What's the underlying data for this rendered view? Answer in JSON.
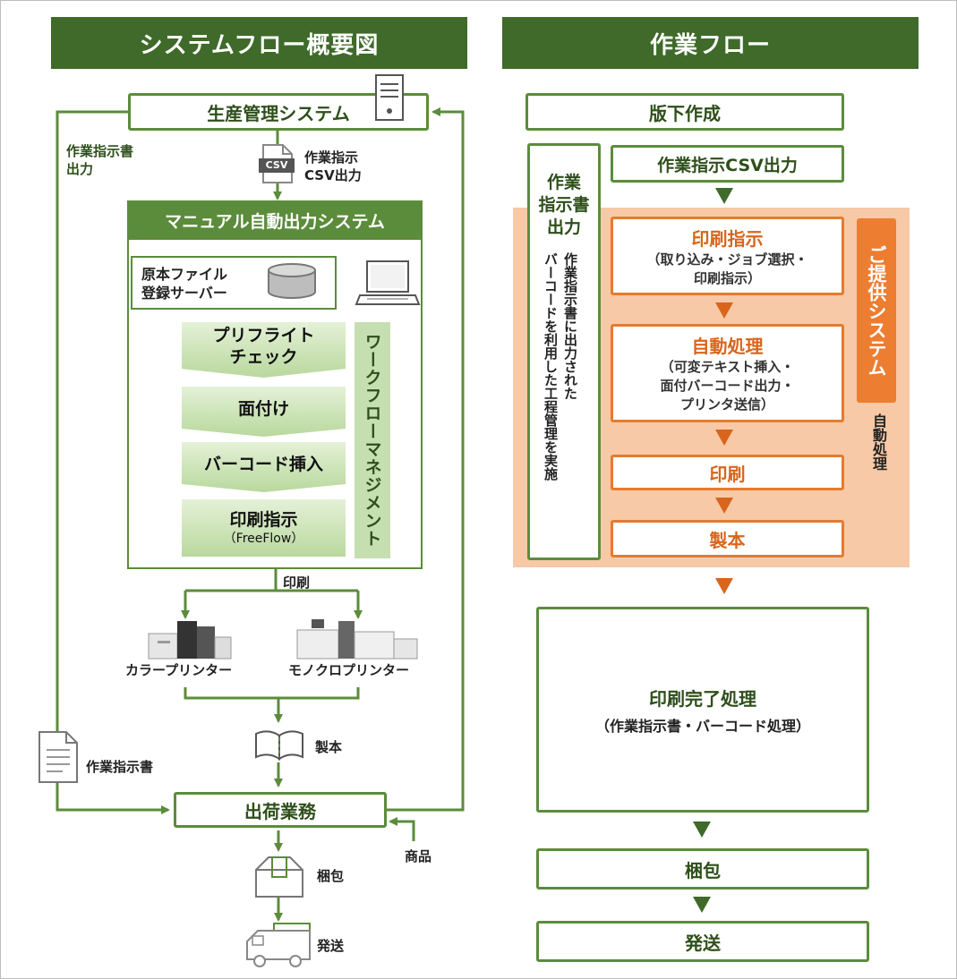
{
  "left": {
    "title": "システムフロー概要図",
    "production_system": "生産管理システム",
    "work_instruction_output": "作業指示書\n出力",
    "csv_icon_text": "CSV",
    "csv_output_label": "作業指示\nCSV出力",
    "manual_system": "マニュアル自動出力システム",
    "server_label": "原本ファイル\n登録サーバー",
    "steps": [
      {
        "label": "プリフライト\nチェック",
        "sub": ""
      },
      {
        "label": "面付け",
        "sub": ""
      },
      {
        "label": "バーコード挿入",
        "sub": ""
      },
      {
        "label": "印刷指示",
        "sub": "（FreeFlow）"
      }
    ],
    "workflow_label": "ワークフローマネジメント",
    "print_label": "印刷",
    "color_printer": "カラープリンター",
    "mono_printer": "モノクロプリンター",
    "binding_label": "製本",
    "work_sheet_label": "作業指示書",
    "shipping_box": "出荷業務",
    "product_label": "商品",
    "packing_label": "梱包",
    "dispatch_label": "発送"
  },
  "right": {
    "title": "作業フロー",
    "plate_making": "版下作成",
    "csv_output": "作業指示CSV出力",
    "side_title": "作業\n指示書\n出力",
    "side_vertical": "作業指示書に出力された\nバーコードを利用した工程管理を実施",
    "print_instruction_title": "印刷指示",
    "print_instruction_sub": "（取り込み・ジョブ選択・\n印刷指示）",
    "auto_process_title": "自動処理",
    "auto_process_sub": "（可変テキスト挿入・\n面付バーコード出力・\nプリンタ送信）",
    "print": "印刷",
    "binding": "製本",
    "provided_system": "ご提供システム",
    "auto_label": "自動処理",
    "completion_title": "印刷完了処理",
    "completion_sub": "（作業指示書・バーコード処理）",
    "packing": "梱包",
    "dispatch": "発送"
  },
  "colors": {
    "header_green": "#3f6a2a",
    "line_green": "#5b8c3b",
    "orange": "#e57b2e",
    "orange_bg": "#f7c9a6",
    "arrow_green": "#3f6a2a",
    "arrow_orange": "#d9651c"
  }
}
